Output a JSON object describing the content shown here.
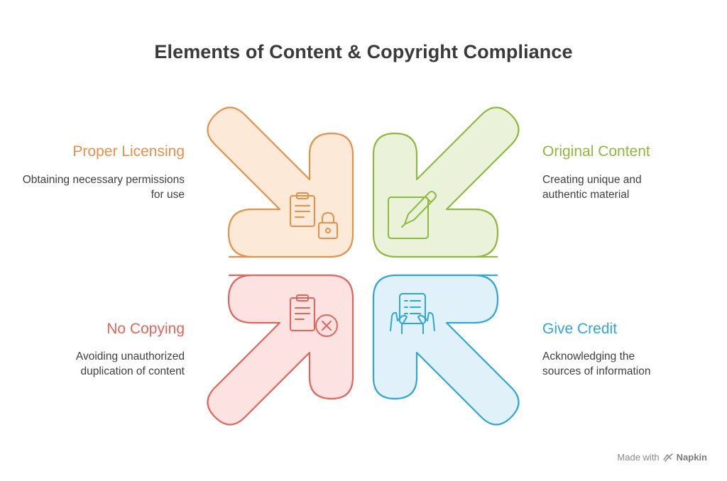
{
  "title": "Elements of Content & Copyright Compliance",
  "items": [
    {
      "label": "Proper Licensing",
      "description": "Obtaining necessary permissions for use",
      "color": "#e8904a",
      "fill": "#fce9d7",
      "icon": "clipboard-lock-icon"
    },
    {
      "label": "Original Content",
      "description": "Creating unique and authentic material",
      "color": "#8fb83e",
      "fill": "#eaf3d9",
      "icon": "pen-note-icon"
    },
    {
      "label": "No Copying",
      "description": "Avoiding unauthorized duplication of content",
      "color": "#e5645a",
      "fill": "#fce3e1",
      "icon": "clipboard-x-icon"
    },
    {
      "label": "Give Credit",
      "description": "Acknowledging the sources of information",
      "color": "#2fa6d8",
      "fill": "#e0f1fa",
      "icon": "hands-document-icon"
    }
  ],
  "footer": {
    "text": "Made with",
    "brand": "Napkin"
  }
}
